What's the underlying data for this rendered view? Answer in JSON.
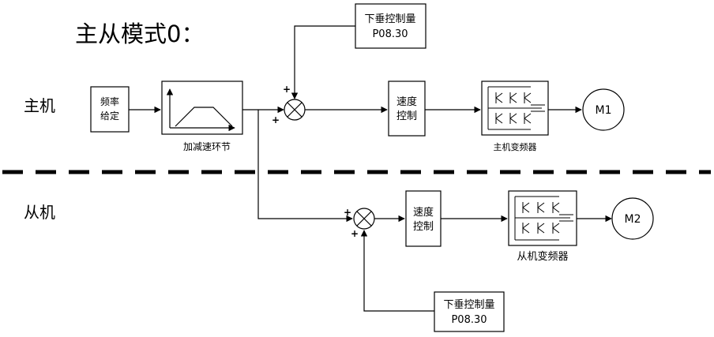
{
  "title": "主从模式0：",
  "master_label": "主机",
  "slave_label": "从机",
  "freq_block": [
    "频率",
    "给定"
  ],
  "ramp_caption": "加减速环节",
  "droop_top": [
    "下垂控制量",
    "P08.30"
  ],
  "droop_bottom": [
    "下垂控制量",
    "P08.30"
  ],
  "speed_ctrl_master": [
    "速度",
    "控制"
  ],
  "speed_ctrl_slave": [
    "速度",
    "控制"
  ],
  "inverter_master_caption": "主机变频器",
  "inverter_slave_caption": "从机变频器",
  "motor_master": "M1",
  "motor_slave": "M2",
  "sign": "+"
}
